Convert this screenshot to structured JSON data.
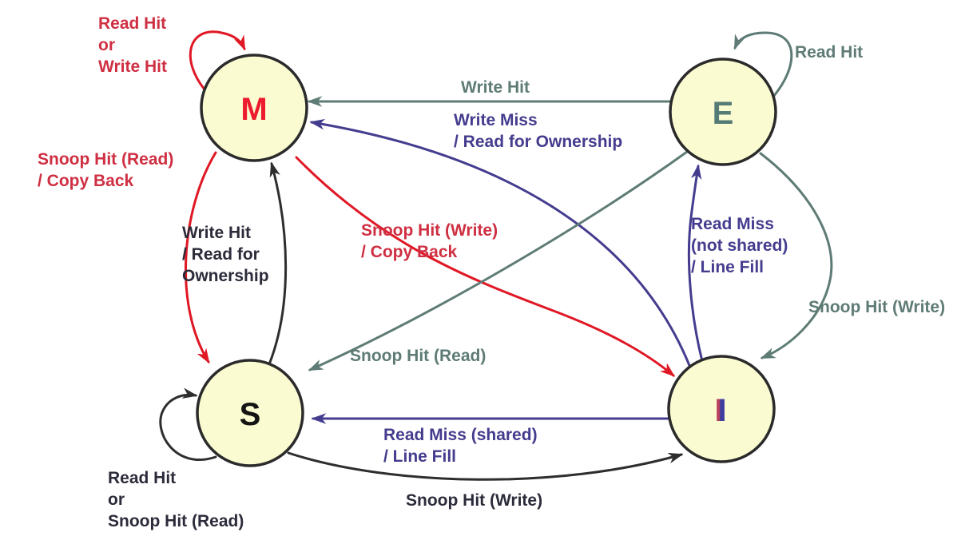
{
  "diagram": {
    "type": "state-machine",
    "subject": "MESI cache coherence protocol state diagram"
  },
  "colors": {
    "state_fill": "#FBFBD2",
    "state_border": "#2B2B2B",
    "red_arrow": "#E01825",
    "red_text": "#CF2F42",
    "purple": "#443C8E",
    "gray_green": "#5E7B75",
    "dark_text": "#2B2B3A",
    "black_arrow": "#2F2E2E",
    "m_letter": "#EC1B2D",
    "e_letter": "#557B76",
    "s_letter": "#141414",
    "i_letter": "#3E3E9E"
  },
  "states": [
    {
      "id": "M",
      "label": "M"
    },
    {
      "id": "E",
      "label": "E"
    },
    {
      "id": "S",
      "label": "S"
    },
    {
      "id": "I",
      "label": "I"
    }
  ],
  "transitions": {
    "m_self": {
      "from": "M",
      "to": "M",
      "color": "red",
      "lines": [
        "Read Hit",
        "or",
        "Write Hit"
      ]
    },
    "e_self": {
      "from": "E",
      "to": "E",
      "color": "gray",
      "lines": [
        "Read Hit"
      ]
    },
    "s_self": {
      "from": "S",
      "to": "S",
      "color": "black",
      "lines": [
        "Read Hit",
        "or",
        "Snoop Hit (Read)"
      ]
    },
    "e_to_m": {
      "from": "E",
      "to": "M",
      "color": "gray",
      "lines": [
        "Write Hit"
      ]
    },
    "i_to_m": {
      "from": "I",
      "to": "M",
      "color": "purple",
      "lines": [
        "Write Miss",
        "/ Read for Ownership"
      ]
    },
    "m_to_s": {
      "from": "M",
      "to": "S",
      "color": "red",
      "lines": [
        "Snoop Hit (Read)",
        "/ Copy Back"
      ]
    },
    "s_to_m": {
      "from": "S",
      "to": "M",
      "color": "black",
      "lines": [
        "Write Hit",
        "/ Read for",
        "Ownership"
      ]
    },
    "m_to_i": {
      "from": "M",
      "to": "I",
      "color": "red",
      "lines": [
        "Snoop Hit (Write)",
        "/ Copy Back"
      ]
    },
    "i_to_e": {
      "from": "I",
      "to": "E",
      "color": "purple",
      "lines": [
        "Read Miss",
        "(not shared)",
        "/ Line Fill"
      ]
    },
    "e_to_i": {
      "from": "E",
      "to": "I",
      "color": "gray",
      "lines": [
        "Snoop Hit (Write)"
      ]
    },
    "e_to_s": {
      "from": "E",
      "to": "S",
      "color": "gray",
      "lines": [
        "Snoop Hit (Read)"
      ]
    },
    "i_to_s": {
      "from": "I",
      "to": "S",
      "color": "purple",
      "lines": [
        "Read Miss (shared)",
        "/ Line Fill"
      ]
    },
    "s_to_i": {
      "from": "S",
      "to": "I",
      "color": "black",
      "lines": [
        "Snoop Hit (Write)"
      ]
    }
  }
}
